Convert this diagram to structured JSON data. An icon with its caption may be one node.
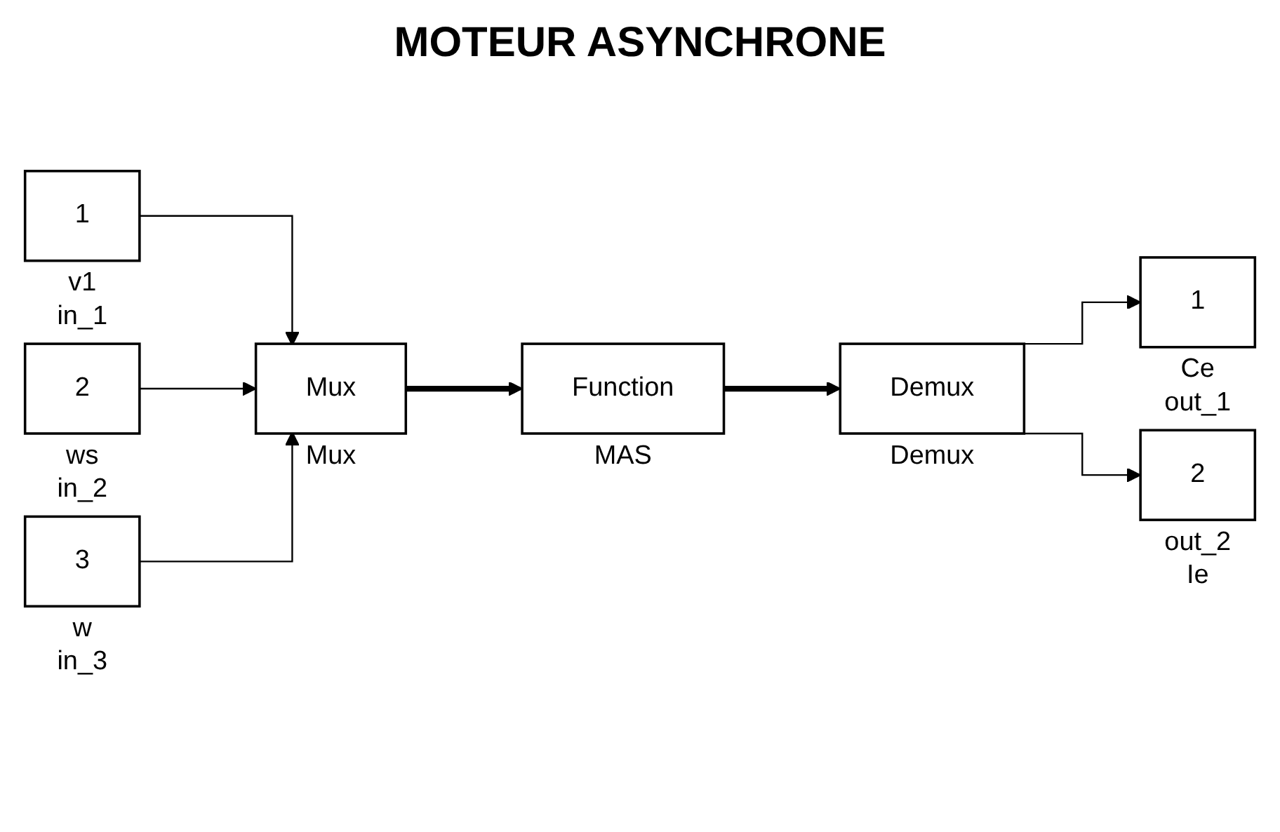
{
  "diagram": {
    "title": "MOTEUR ASYNCHRONE",
    "nodes": [
      {
        "text": [
          "1"
        ],
        "beside": [
          "v1",
          "in_1"
        ]
      },
      {
        "text": [
          "2"
        ],
        "beside": [
          "ws",
          "in_2"
        ]
      },
      {
        "text": [
          "3"
        ],
        "beside": [
          "w",
          "in_3"
        ]
      },
      {
        "text": [
          "Mux"
        ],
        "beside": [
          "Mux"
        ]
      },
      {
        "text": [
          "Function"
        ],
        "beside": [
          "MAS"
        ]
      },
      {
        "text": [
          "Demux"
        ],
        "beside": [
          "Demux"
        ]
      },
      {
        "text": [
          "1"
        ],
        "beside": [
          "Ce",
          "out_1"
        ]
      },
      {
        "text": [
          "2"
        ],
        "beside": [
          "out_2",
          "Ie"
        ]
      }
    ],
    "edges": [
      {
        "from": 0,
        "to": 3,
        "arrow": "to"
      },
      {
        "from": 1,
        "to": 3,
        "arrow": "to"
      },
      {
        "from": 2,
        "to": 3,
        "arrow": "to"
      },
      {
        "from": 3,
        "to": 4,
        "arrow": "to",
        "style": "thick"
      },
      {
        "from": 4,
        "to": 5,
        "arrow": "to",
        "style": "thick"
      },
      {
        "from": 5,
        "to": 6,
        "arrow": "to"
      },
      {
        "from": 5,
        "to": 7,
        "arrow": "to"
      }
    ]
  }
}
